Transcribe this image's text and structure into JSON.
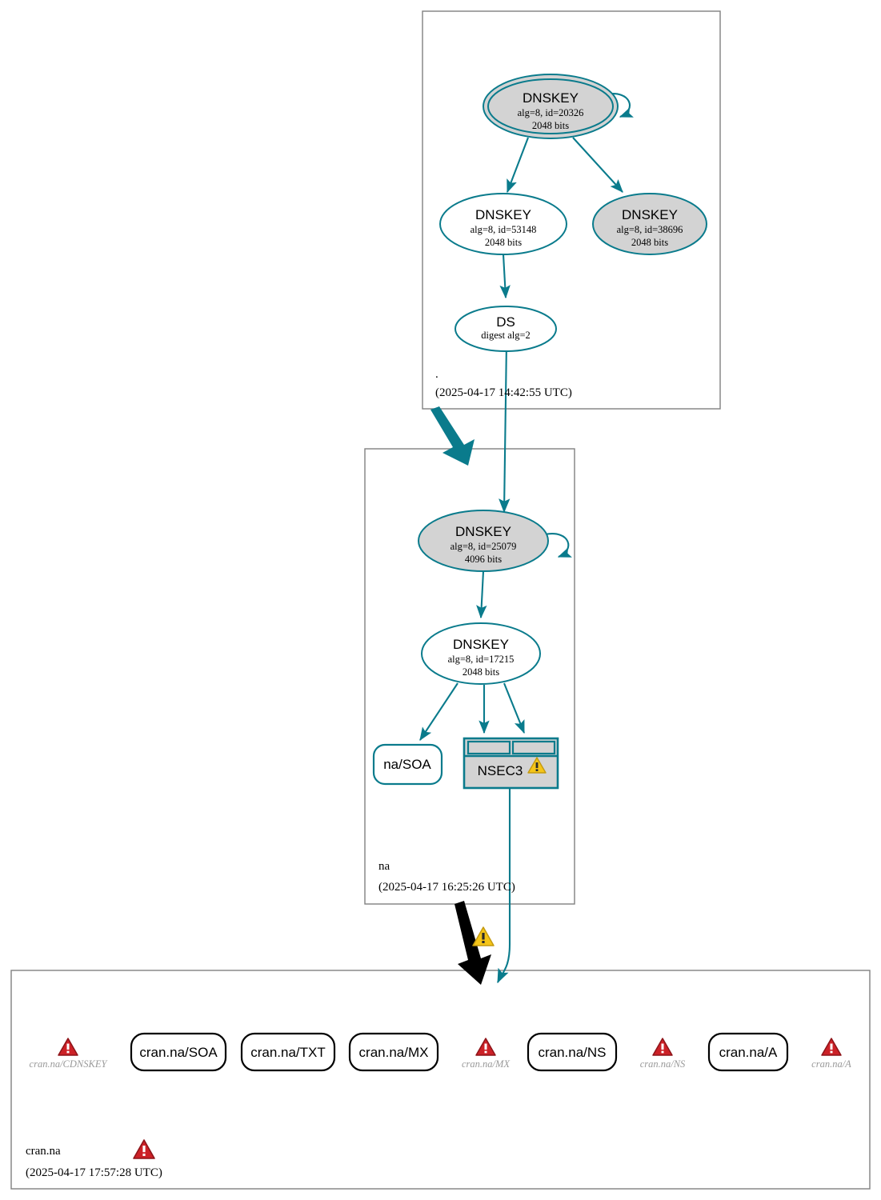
{
  "diagram": {
    "type": "dnssec-authentication-chain",
    "colors": {
      "edge_teal": "#0a7b8c",
      "node_fill_secure": "#d3d3d3",
      "node_fill_plain": "#ffffff",
      "zone_border": "#808080",
      "warning_yellow": "#f5c518",
      "error_red": "#cc2127",
      "ghost_text": "#9a9a9a"
    }
  },
  "zones": [
    {
      "id": "root",
      "name": ".",
      "timestamp": "(2025-04-17 14:42:55 UTC)",
      "nodes": [
        {
          "id": "root-ksk",
          "kind": "DNSKEY",
          "title": "DNSKEY",
          "params": "alg=8, id=20326",
          "size": "2048 bits",
          "shape": "double-ellipse",
          "fill": "gray",
          "self_signed": true
        },
        {
          "id": "root-zsk-53148",
          "kind": "DNSKEY",
          "title": "DNSKEY",
          "params": "alg=8, id=53148",
          "size": "2048 bits",
          "shape": "ellipse",
          "fill": "white",
          "self_signed": false
        },
        {
          "id": "root-zsk-38696",
          "kind": "DNSKEY",
          "title": "DNSKEY",
          "params": "alg=8, id=38696",
          "size": "2048 bits",
          "shape": "ellipse",
          "fill": "gray",
          "self_signed": false
        },
        {
          "id": "root-ds",
          "kind": "DS",
          "title": "DS",
          "params": "digest alg=2",
          "size": "",
          "shape": "ellipse",
          "fill": "white",
          "self_signed": false
        }
      ]
    },
    {
      "id": "na",
      "name": "na",
      "timestamp": "(2025-04-17 16:25:26 UTC)",
      "nodes": [
        {
          "id": "na-ksk",
          "kind": "DNSKEY",
          "title": "DNSKEY",
          "params": "alg=8, id=25079",
          "size": "4096 bits",
          "shape": "ellipse",
          "fill": "gray",
          "self_signed": true
        },
        {
          "id": "na-zsk",
          "kind": "DNSKEY",
          "title": "DNSKEY",
          "params": "alg=8, id=17215",
          "size": "2048 bits",
          "shape": "ellipse",
          "fill": "white",
          "self_signed": false
        },
        {
          "id": "na-soa",
          "kind": "RRSET",
          "title": "na/SOA",
          "shape": "rounded-box",
          "fill": "white"
        },
        {
          "id": "na-nsec3",
          "kind": "NSEC3",
          "title": "NSEC3",
          "shape": "record-table",
          "fill": "gray",
          "status": "warning",
          "header_cells": [
            "",
            ""
          ]
        }
      ]
    },
    {
      "id": "cran-na",
      "name": "cran.na",
      "timestamp": "(2025-04-17 17:57:28 UTC)",
      "status": "error",
      "nodes": [
        {
          "id": "cdnskey-err",
          "title": "cran.na/CDNSKEY",
          "style": "ghost",
          "status": "error"
        },
        {
          "id": "soa",
          "title": "cran.na/SOA",
          "style": "box",
          "status": "none"
        },
        {
          "id": "txt",
          "title": "cran.na/TXT",
          "style": "box",
          "status": "none"
        },
        {
          "id": "mx",
          "title": "cran.na/MX",
          "style": "box",
          "status": "none"
        },
        {
          "id": "mx-err",
          "title": "cran.na/MX",
          "style": "ghost",
          "status": "error"
        },
        {
          "id": "ns",
          "title": "cran.na/NS",
          "style": "box",
          "status": "none"
        },
        {
          "id": "ns-err",
          "title": "cran.na/NS",
          "style": "ghost",
          "status": "error"
        },
        {
          "id": "a",
          "title": "cran.na/A",
          "style": "box",
          "status": "none"
        },
        {
          "id": "a-err",
          "title": "cran.na/A",
          "style": "ghost",
          "status": "error"
        }
      ]
    }
  ],
  "edges": [
    {
      "from": "root-ksk",
      "to": "root-ksk",
      "style": "self-loop",
      "color": "teal"
    },
    {
      "from": "root-ksk",
      "to": "root-zsk-53148",
      "style": "arrow",
      "color": "teal"
    },
    {
      "from": "root-ksk",
      "to": "root-zsk-38696",
      "style": "arrow",
      "color": "teal"
    },
    {
      "from": "root-zsk-53148",
      "to": "root-ds",
      "style": "arrow",
      "color": "teal"
    },
    {
      "from": "root-ds",
      "to": "na-ksk",
      "style": "arrow-long",
      "color": "teal"
    },
    {
      "from": "root",
      "to": "na",
      "style": "thick-delegation",
      "color": "teal"
    },
    {
      "from": "na-ksk",
      "to": "na-ksk",
      "style": "self-loop",
      "color": "teal"
    },
    {
      "from": "na-ksk",
      "to": "na-zsk",
      "style": "arrow",
      "color": "teal"
    },
    {
      "from": "na-zsk",
      "to": "na-soa",
      "style": "arrow",
      "color": "teal"
    },
    {
      "from": "na-zsk",
      "to": "na-nsec3",
      "style": "arrow",
      "color": "teal"
    },
    {
      "from": "na-nsec3",
      "to": "cran-na",
      "style": "arrow-long",
      "color": "teal"
    },
    {
      "from": "na",
      "to": "cran-na",
      "style": "thick-delegation",
      "color": "black",
      "status": "warning"
    }
  ],
  "icons": {
    "warning": "warning-triangle-icon",
    "error": "error-triangle-icon"
  }
}
